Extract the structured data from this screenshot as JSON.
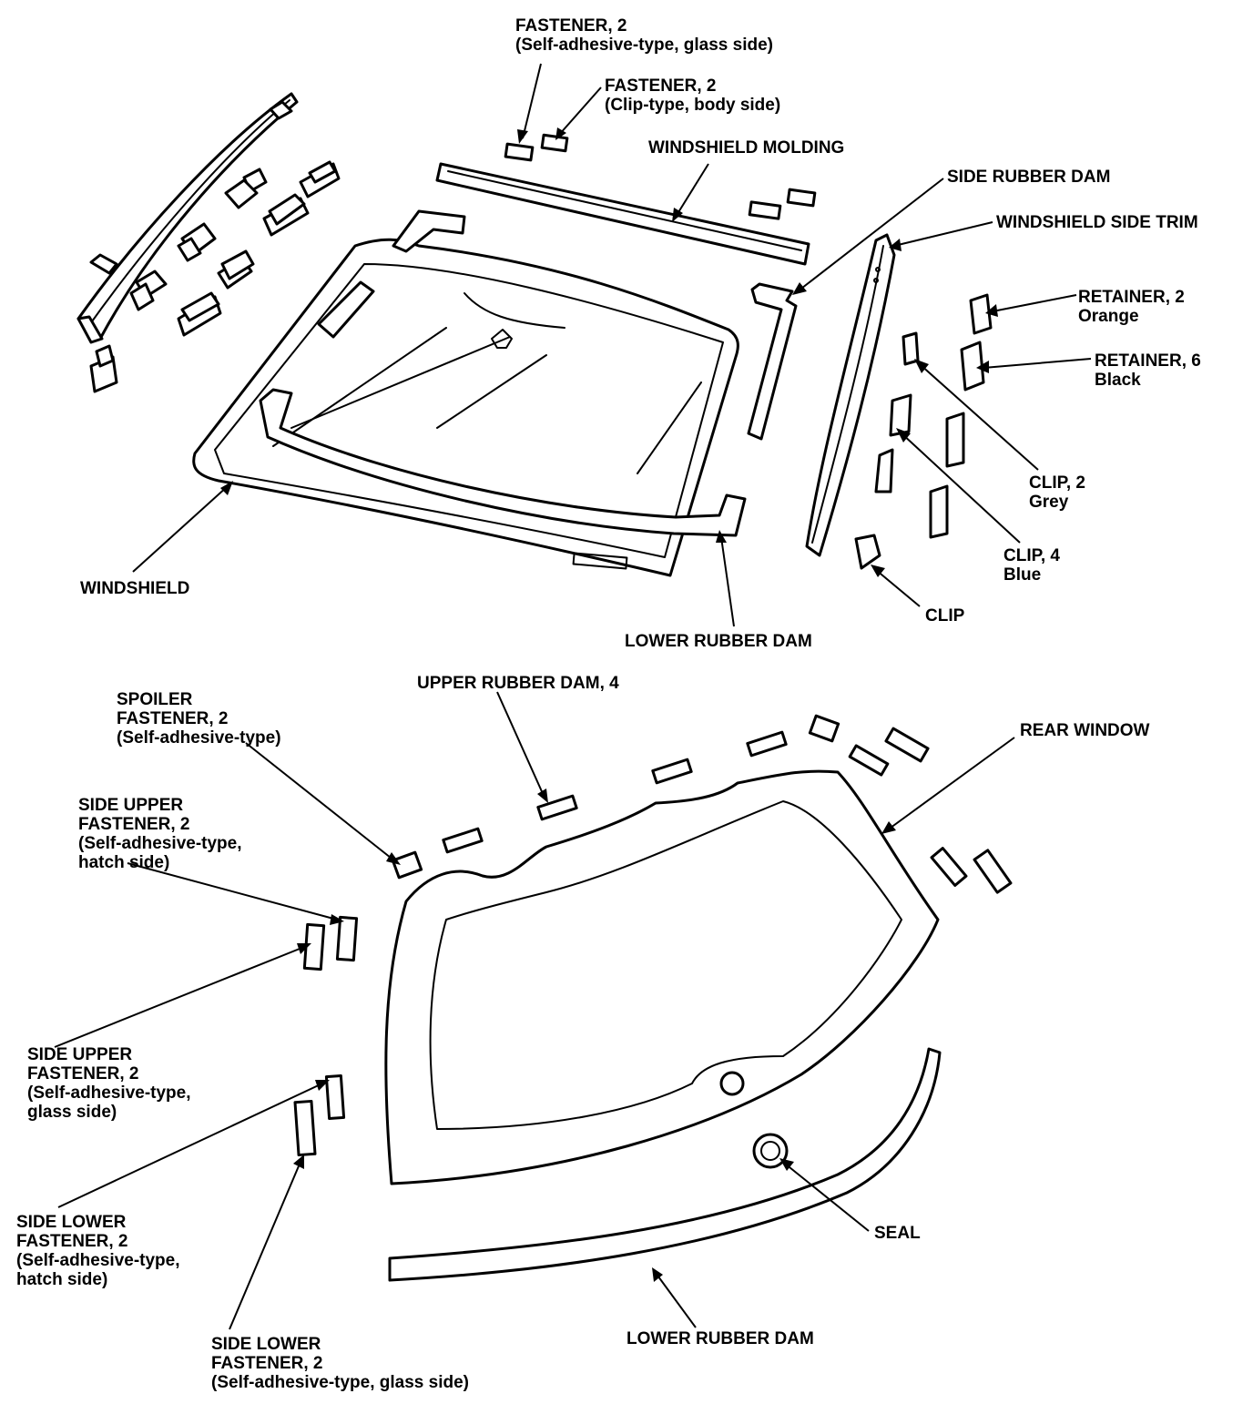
{
  "labels": {
    "fastener_glass_side": [
      "FASTENER, 2",
      "(Self-adhesive-type, glass side)"
    ],
    "fastener_body_side": [
      "FASTENER, 2",
      "(Clip-type, body side)"
    ],
    "windshield_molding": [
      "WINDSHIELD MOLDING"
    ],
    "side_rubber_dam": [
      "SIDE RUBBER DAM"
    ],
    "windshield_side_trim": [
      "WINDSHIELD SIDE TRIM"
    ],
    "retainer_orange": [
      "RETAINER, 2",
      "Orange"
    ],
    "retainer_black": [
      "RETAINER, 6",
      "Black"
    ],
    "clip_grey": [
      "CLIP, 2",
      "Grey"
    ],
    "clip_blue": [
      "CLIP, 4",
      "Blue"
    ],
    "clip": [
      "CLIP"
    ],
    "windshield": [
      "WINDSHIELD"
    ],
    "lower_rubber_dam_front": [
      "LOWER RUBBER DAM"
    ],
    "spoiler_fastener": [
      "SPOILER",
      "FASTENER, 2",
      "(Self-adhesive-type)"
    ],
    "upper_rubber_dam": [
      "UPPER RUBBER DAM, 4"
    ],
    "rear_window": [
      "REAR WINDOW"
    ],
    "side_upper_fastener_hatch": [
      "SIDE UPPER",
      "FASTENER, 2",
      "(Self-adhesive-type,",
      "hatch side)"
    ],
    "side_upper_fastener_glass": [
      "SIDE UPPER",
      "FASTENER, 2",
      "(Self-adhesive-type,",
      "glass side)"
    ],
    "side_lower_fastener_hatch": [
      "SIDE LOWER",
      "FASTENER, 2",
      "(Self-adhesive-type,",
      "hatch side)"
    ],
    "side_lower_fastener_glass": [
      "SIDE LOWER",
      "FASTENER, 2",
      "(Self-adhesive-type, glass side)"
    ],
    "seal": [
      "SEAL"
    ],
    "lower_rubber_dam_rear": [
      "LOWER RUBBER DAM"
    ]
  }
}
